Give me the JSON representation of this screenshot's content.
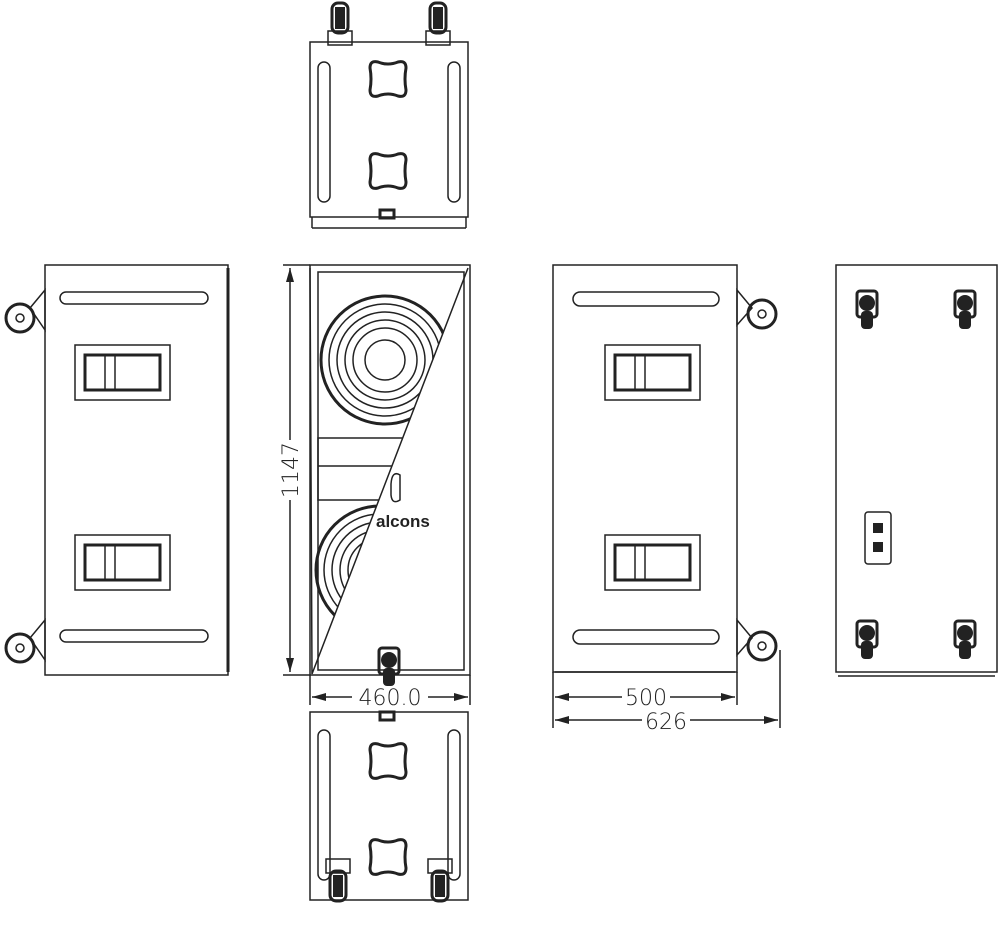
{
  "drawing": {
    "brand_logo": "alcons",
    "dimensions": {
      "height_mm": "1147",
      "front_width_mm": "460.0",
      "depth_mm": "500",
      "depth_with_wheels_mm": "626"
    },
    "views": [
      "top",
      "left-side",
      "front",
      "right-side",
      "rear",
      "bottom"
    ]
  }
}
